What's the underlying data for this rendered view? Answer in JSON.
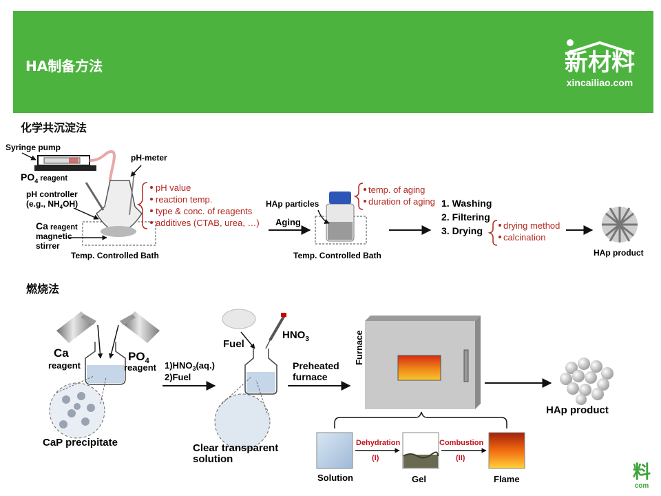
{
  "header": {
    "title": "HA制备方法",
    "logo_main": "新材料",
    "logo_sub": "xincailiao.com"
  },
  "section1": {
    "title": "化学共沉淀法",
    "syringe_pump": "Syringe pump",
    "po4_reagent_main": "PO",
    "po4_reagent_sub": "4",
    "po4_reagent_word": " reagent",
    "ph_controller": "pH controller",
    "ph_controller_eg": "(e.g., NH",
    "ph_controller_sub": "4",
    "ph_controller_end": "OH)",
    "ca_reagent": "Ca",
    "ca_reagent_word": " reagent",
    "magnetic": "magnetic",
    "stirrer": "stirrer",
    "ph_meter": "pH-meter",
    "params": [
      "pH value",
      "reaction temp.",
      "type & conc. of reagents",
      "additives (CTAB, urea, …)"
    ],
    "bath1": "Temp. Controlled Bath",
    "aging_label": "Aging",
    "hap_particles": "HAp particles",
    "aging_params": [
      "temp. of aging",
      "duration of aging"
    ],
    "bath2": "Temp. Controlled Bath",
    "steps": [
      "1. Washing",
      "2. Filtering",
      "3. Drying"
    ],
    "drying_params": [
      "drying method",
      "calcination"
    ],
    "hap_product": "HAp product"
  },
  "section2": {
    "title": "燃烧法",
    "ca": "Ca",
    "ca_reagent": "reagent",
    "po4_main": "PO",
    "po4_sub": "4",
    "po4_reagent": "reagent",
    "cap_precipitate": "CaP precipitate",
    "step1": "1)HNO",
    "step1_sub": "3",
    "step1_end": "(aq.)",
    "step2": "2)Fuel",
    "fuel": "Fuel",
    "hno3_main": "HNO",
    "hno3_sub": "3",
    "clear1": "Clear transparent",
    "clear2": "solution",
    "preheated1": "Preheated",
    "preheated2": "furnace",
    "furnace": "Furnace",
    "hap_product": "HAp product",
    "solution": "Solution",
    "dehydration": "Dehydration",
    "dehydration_num": "(I)",
    "gel": "Gel",
    "combustion": "Combustion",
    "combustion_num": "(II)",
    "flame": "Flame"
  },
  "corner_logo": {
    "main": "料",
    "sub": "com"
  },
  "colors": {
    "header_green": "#4cb33f",
    "bracket_red": "#b3271e",
    "accent_red": "#c0141e"
  }
}
